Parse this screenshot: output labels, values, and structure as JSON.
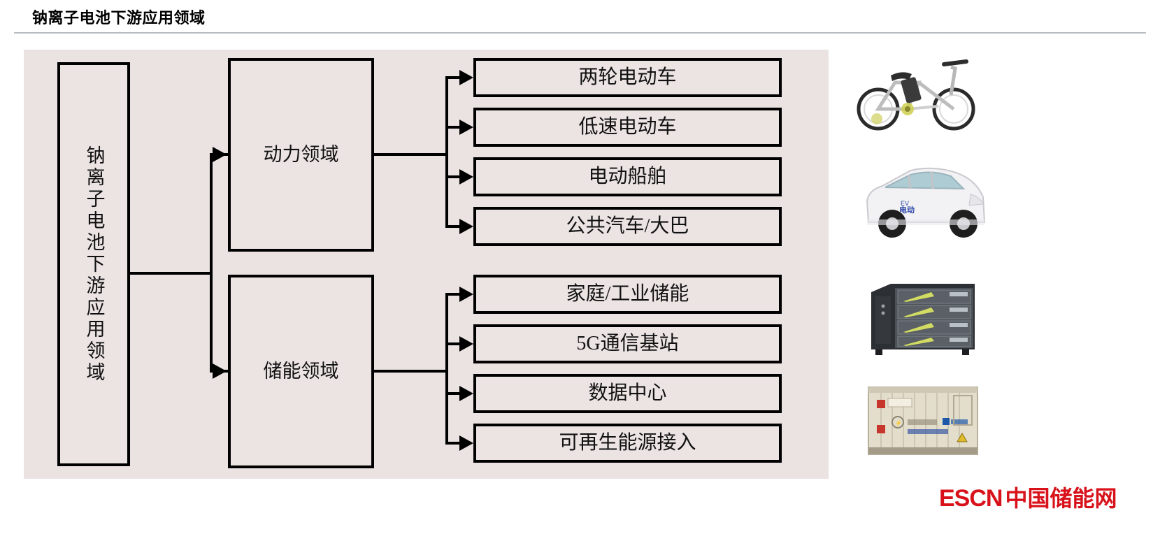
{
  "header": {
    "title": "钠离子电池下游应用领域"
  },
  "diagram": {
    "root": {
      "label": "钠离子电池下游应用领域"
    },
    "categories": [
      {
        "label": "动力领域",
        "items": [
          {
            "label": "两轮电动车"
          },
          {
            "label": "低速电动车"
          },
          {
            "label": "电动船舶"
          },
          {
            "label": "公共汽车/大巴"
          }
        ]
      },
      {
        "label": "储能领域",
        "items": [
          {
            "label": "家庭/工业储能"
          },
          {
            "label": "5G通信基站"
          },
          {
            "label": "数据中心"
          },
          {
            "label": "可再生能源接入"
          }
        ]
      }
    ]
  },
  "photos": [
    {
      "name": "electric-bicycle-photo"
    },
    {
      "name": "electric-car-photo"
    },
    {
      "name": "battery-cabinet-photo"
    },
    {
      "name": "container-energy-storage-photo"
    }
  ],
  "brand": {
    "escn": "ESCN",
    "chinese": "中国储能网",
    "color": "#d8121a"
  },
  "colors": {
    "panel_background": "#ebe2e2",
    "box_fill": "#ece3e3",
    "box_border": "#000000",
    "title_divider": "#b9bcc0",
    "page_background": "#ffffff"
  }
}
